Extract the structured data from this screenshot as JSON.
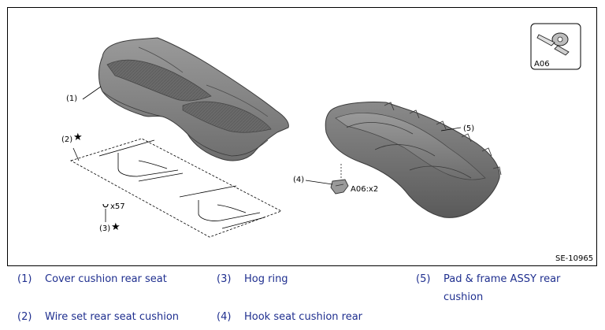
{
  "figure": {
    "id": "SE-10965",
    "badge_label": "A06",
    "icon": "fastener-tool-icon",
    "callouts": {
      "c1": "(1)",
      "c2": "(2)",
      "c3": "(3)",
      "c4": "(4)",
      "c5": "(5)",
      "qty_hog_ring": "x57",
      "qty_hook": "A06:x2",
      "star": "★"
    }
  },
  "legend": [
    {
      "num": "(1)",
      "text": "Cover cushion rear seat"
    },
    {
      "num": "(2)",
      "text": "Wire set rear seat cushion"
    },
    {
      "num": "(3)",
      "text": "Hog ring"
    },
    {
      "num": "(4)",
      "text": "Hook seat cushion rear"
    },
    {
      "num": "(5)",
      "text": "Pad & frame ASSY rear",
      "text2": "cushion"
    }
  ],
  "colors": {
    "legend_text": "#1f2f8f",
    "part_fill": "#7a7a7a",
    "part_dark": "#555555"
  }
}
